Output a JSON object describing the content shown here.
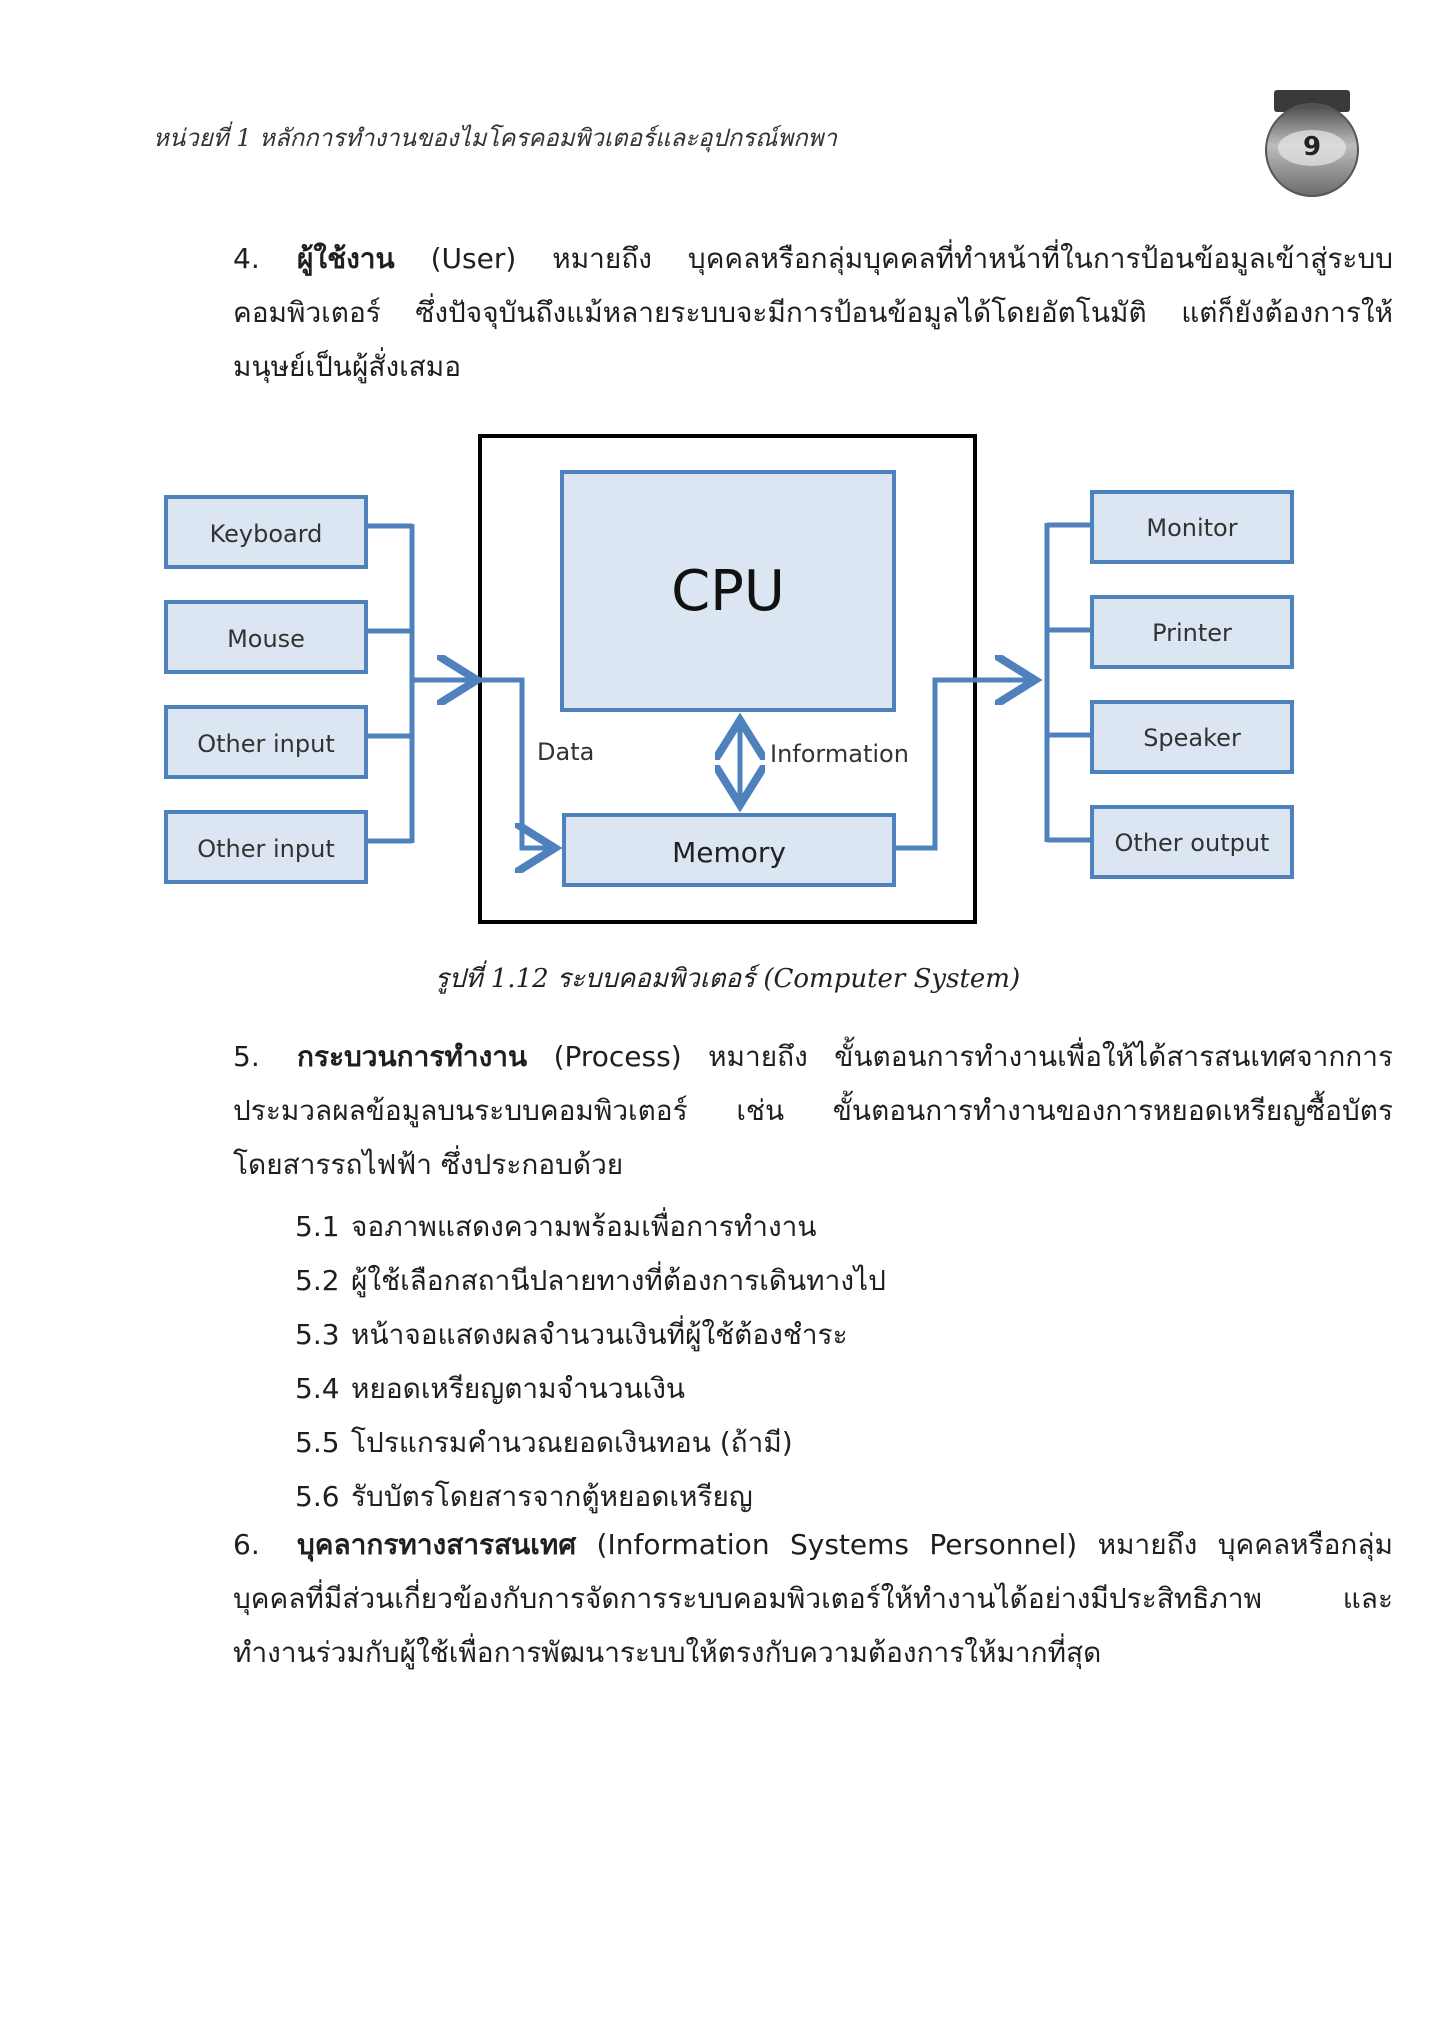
{
  "header": {
    "running_title": "หน่วยที่ 1 หลักการทำงานของไมโครคอมพิวเตอร์และอุปกรณ์พกพา",
    "page_number": "9"
  },
  "section4": {
    "number": "4.",
    "term": "ผู้ใช้งาน",
    "text": " (User) หมายถึง บุคคลหรือกลุ่มบุคคลที่ทำหน้าที่ในการป้อนข้อมูลเข้าสู่ระบบคอมพิวเตอร์ ซึ่งปัจจุบันถึงแม้หลายระบบจะมีการป้อนข้อมูลได้โดยอัตโนมัติ แต่ก็ยังต้องการให้มนุษย์เป็นผู้สั่งเสมอ"
  },
  "diagram": {
    "inputs": [
      "Keyboard",
      "Mouse",
      "Other input",
      "Other input"
    ],
    "outputs": [
      "Monitor",
      "Printer",
      "Speaker",
      "Other output"
    ],
    "cpu_label": "CPU",
    "memory_label": "Memory",
    "data_label": "Data",
    "information_label": "Information",
    "colors": {
      "box_fill": "#dce6f2",
      "box_stroke": "#4f81bd",
      "line": "#4f81bd",
      "frame": "#000000"
    }
  },
  "caption": "รูปที่ 1.12 ระบบคอมพิวเตอร์ (Computer System)",
  "section5": {
    "number": "5.",
    "term": "กระบวนการทำงาน",
    "text": " (Process) หมายถึง ขั้นตอนการทำงานเพื่อให้ได้สารสนเทศจากการประมวลผลข้อมูลบนระบบคอมพิวเตอร์ เช่น ขั้นตอนการทำงานของการหยอดเหรียญซื้อบัตรโดยสารรถไฟฟ้า ซึ่งประกอบด้วย",
    "items": [
      {
        "n": "5.1",
        "text": "จอภาพแสดงความพร้อมเพื่อการทำงาน"
      },
      {
        "n": "5.2",
        "text": "ผู้ใช้เลือกสถานีปลายทางที่ต้องการเดินทางไป"
      },
      {
        "n": "5.3",
        "text": "หน้าจอแสดงผลจำนวนเงินที่ผู้ใช้ต้องชำระ"
      },
      {
        "n": "5.4",
        "text": "หยอดเหรียญตามจำนวนเงิน"
      },
      {
        "n": "5.5",
        "text": "โปรแกรมคำนวณยอดเงินทอน (ถ้ามี)"
      },
      {
        "n": "5.6",
        "text": "รับบัตรโดยสารจากตู้หยอดเหรียญ"
      }
    ]
  },
  "section6": {
    "number": "6.",
    "term": "บุคลากรทางสารสนเทศ",
    "text": " (Information Systems Personnel) หมายถึง บุคคลหรือกลุ่มบุคคลที่มีส่วนเกี่ยวข้องกับการจัดการระบบคอมพิวเตอร์ให้ทำงานได้อย่างมีประสิทธิภาพ และทำงานร่วมกับผู้ใช้เพื่อการพัฒนาระบบให้ตรงกับความต้องการให้มากที่สุด"
  }
}
